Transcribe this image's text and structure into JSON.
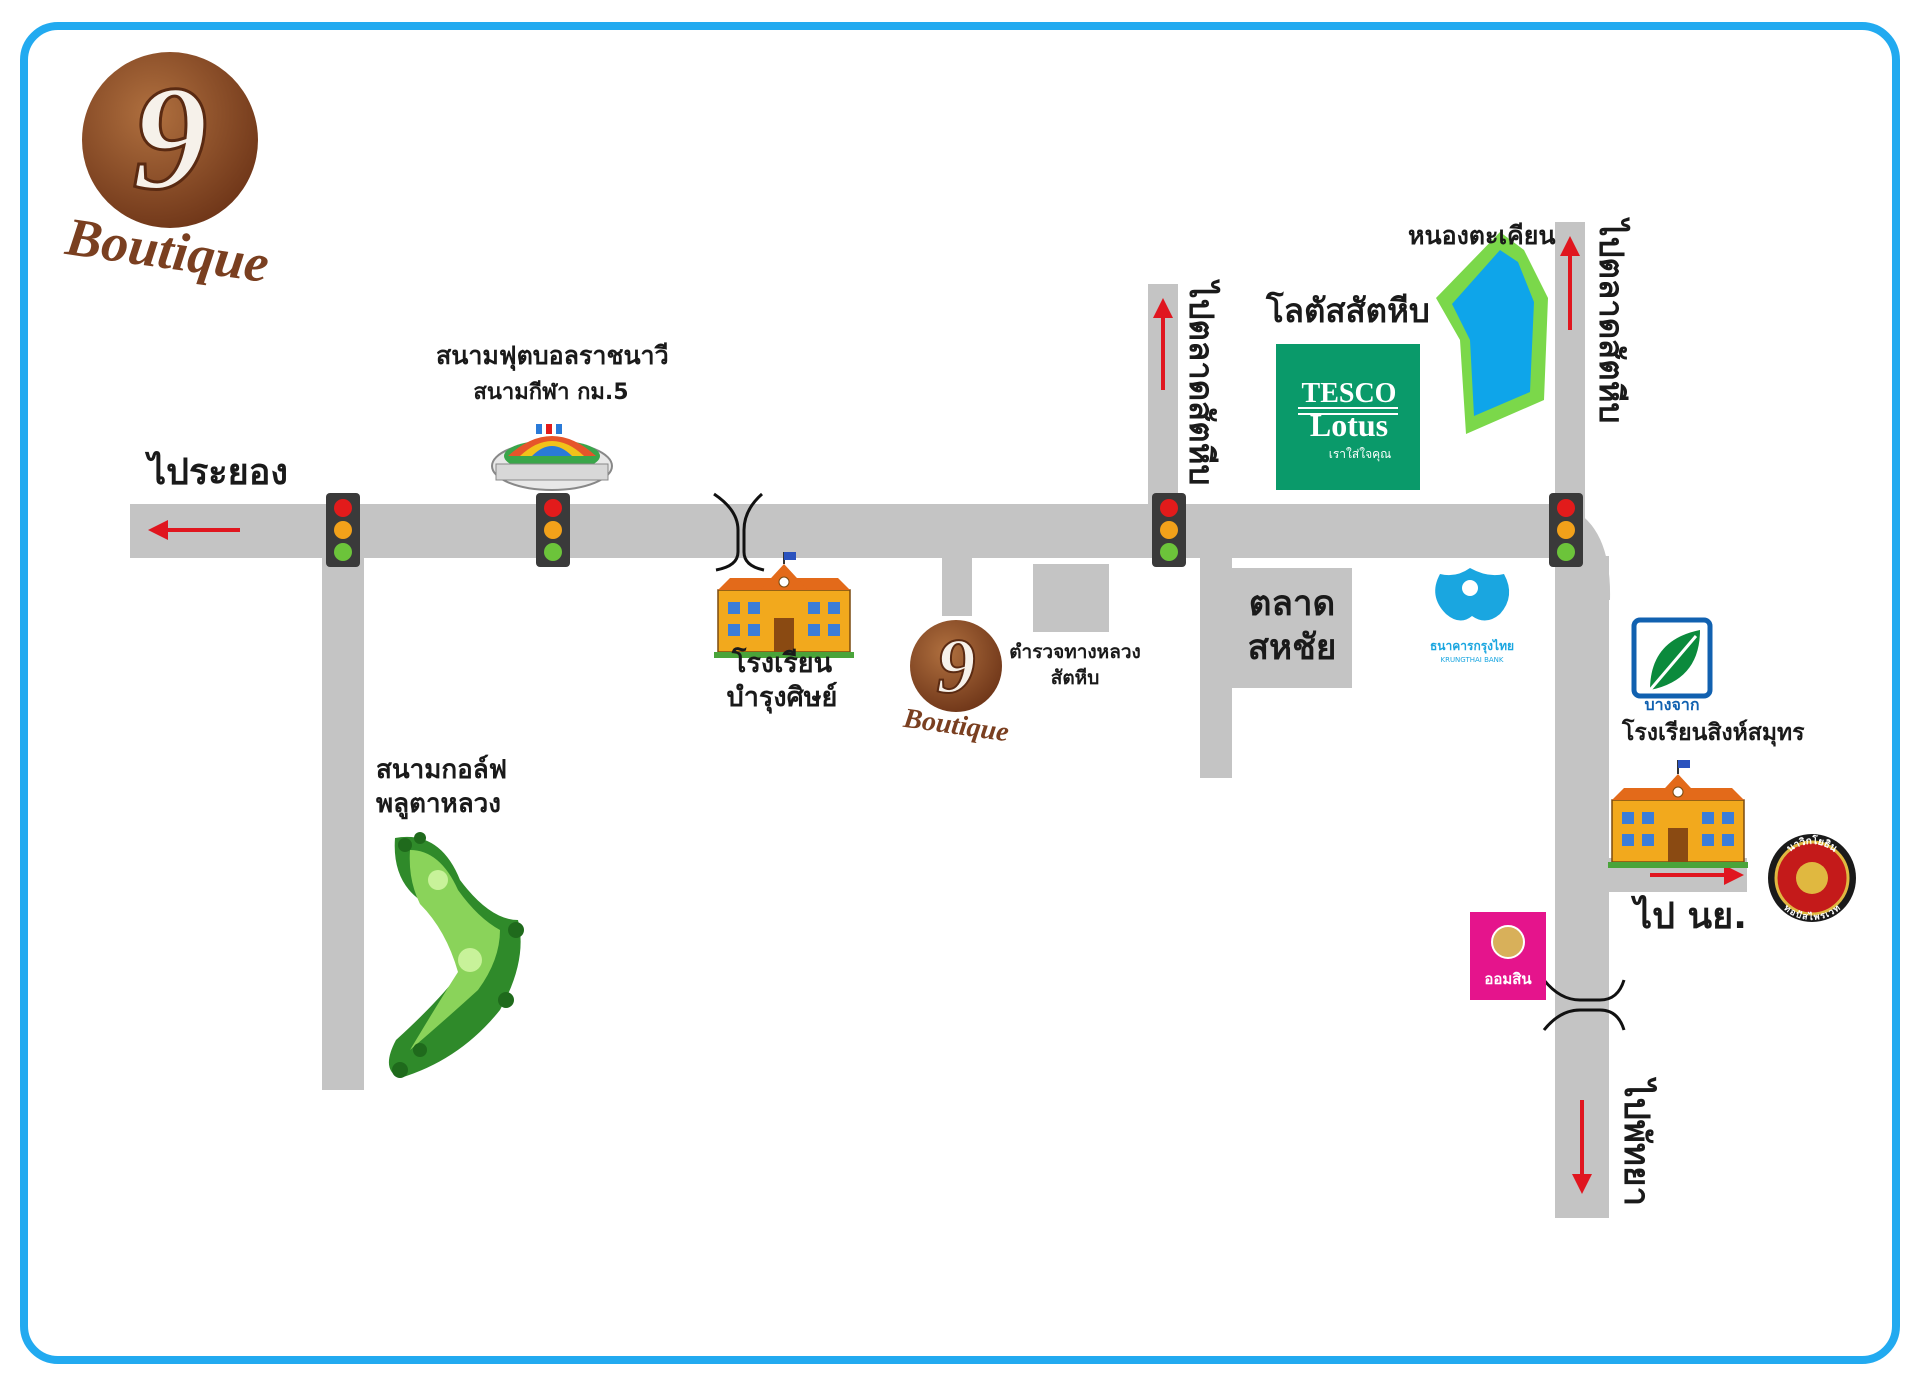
{
  "brand": {
    "logo_numeral": "9",
    "logo_word": "Boutique",
    "color_brown": "#7a3f20",
    "color_brown_light": "#a8643c"
  },
  "colors": {
    "frame": "#22aaf0",
    "road": "#c4c4c4",
    "arrow": "#e0161f",
    "tesco_green": "#0a9a6a",
    "pond_blue": "#0ea5ea",
    "pond_green": "#7bd84a",
    "gsb_pink": "#e5148c",
    "ktb_blue": "#1aa6e0",
    "bangchak_green": "#0b8a3c",
    "bangchak_blue": "#1161b0"
  },
  "labels": {
    "to_rayong": "ไประยอง",
    "stadium_1": "สนามฟุตบอลราชนาวี",
    "stadium_2": "สนามกีฬา กม.5",
    "school_1_line1": "โรงเรียน",
    "school_1_line2": "บำรุงศิษย์",
    "police_1": "ตำรวจทางหลวง",
    "police_2": "สัตหีบ",
    "to_market_left": "ไปตลาดสัตหีบ",
    "to_market_right": "ไปตลาดสัตหีบ",
    "lotus_name": "โลตัสสัตหีบ",
    "pond": "หนองตะเคียน",
    "market_line1": "ตลาด",
    "market_line2": "สหชัย",
    "golf_line1": "สนามกอล์ฟ",
    "golf_line2": "พลูตาหลวง",
    "school_2": "โรงเรียนสิงห์สมุทร",
    "to_ny": "ไป นย.",
    "to_pattaya": "ไปพัทยา"
  },
  "logos": {
    "tesco_line1": "TESCO",
    "tesco_line2": "Lotus",
    "tesco_tag": "เราใส่ใจคุณ",
    "ktb_thai": "ธนาคารกรุงไทย",
    "ktb_en": "KRUNGTHAI BANK",
    "bangchak": "บางจาก",
    "gsb": "ออมสิน",
    "marine_top": "นาวิกโยธิน",
    "marine_bottom": "ทอปัสไพรเวท"
  }
}
